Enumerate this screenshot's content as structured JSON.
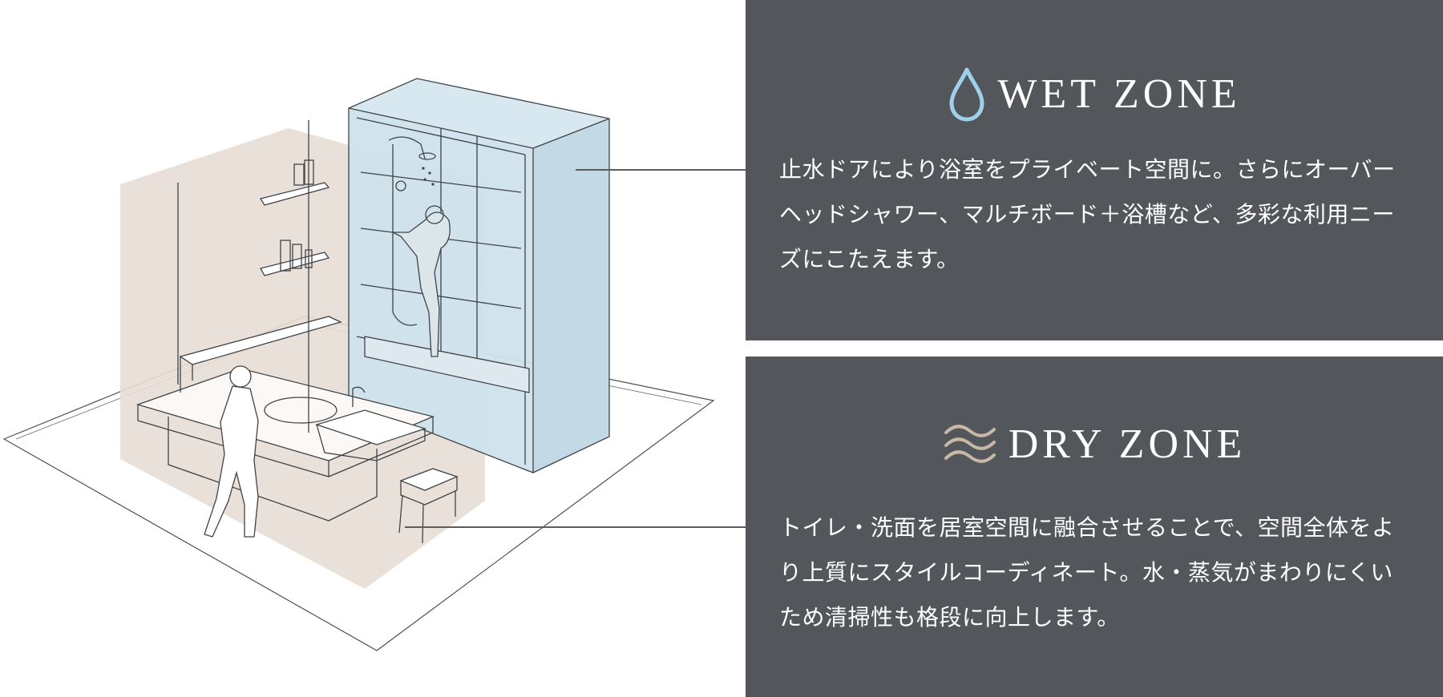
{
  "wet_zone": {
    "title": "WET ZONE",
    "icon": "water-drop-icon",
    "icon_color": "#9fd0ea",
    "description": "止水ドアにより浴室をプライベート空間に。さらにオーバーヘッドシャワー、マルチボード＋浴槽など、多彩な利用ニーズにこたえます。",
    "highlight_color": "#cfe2ec"
  },
  "dry_zone": {
    "title": "DRY ZONE",
    "icon": "air-waves-icon",
    "icon_color": "#c8b8a6",
    "description": "トイレ・洗面を居室空間に融合させることで、空間全体をより上質にスタイルコーディネート。水・蒸気がまわりにくいため清掃性も格段に向上します。",
    "highlight_color": "#e6ddd5"
  },
  "colors": {
    "panel_background": "#53575b",
    "connector_line": "#5a5d61",
    "page_background": "#ffffff",
    "text": "#ffffff"
  }
}
